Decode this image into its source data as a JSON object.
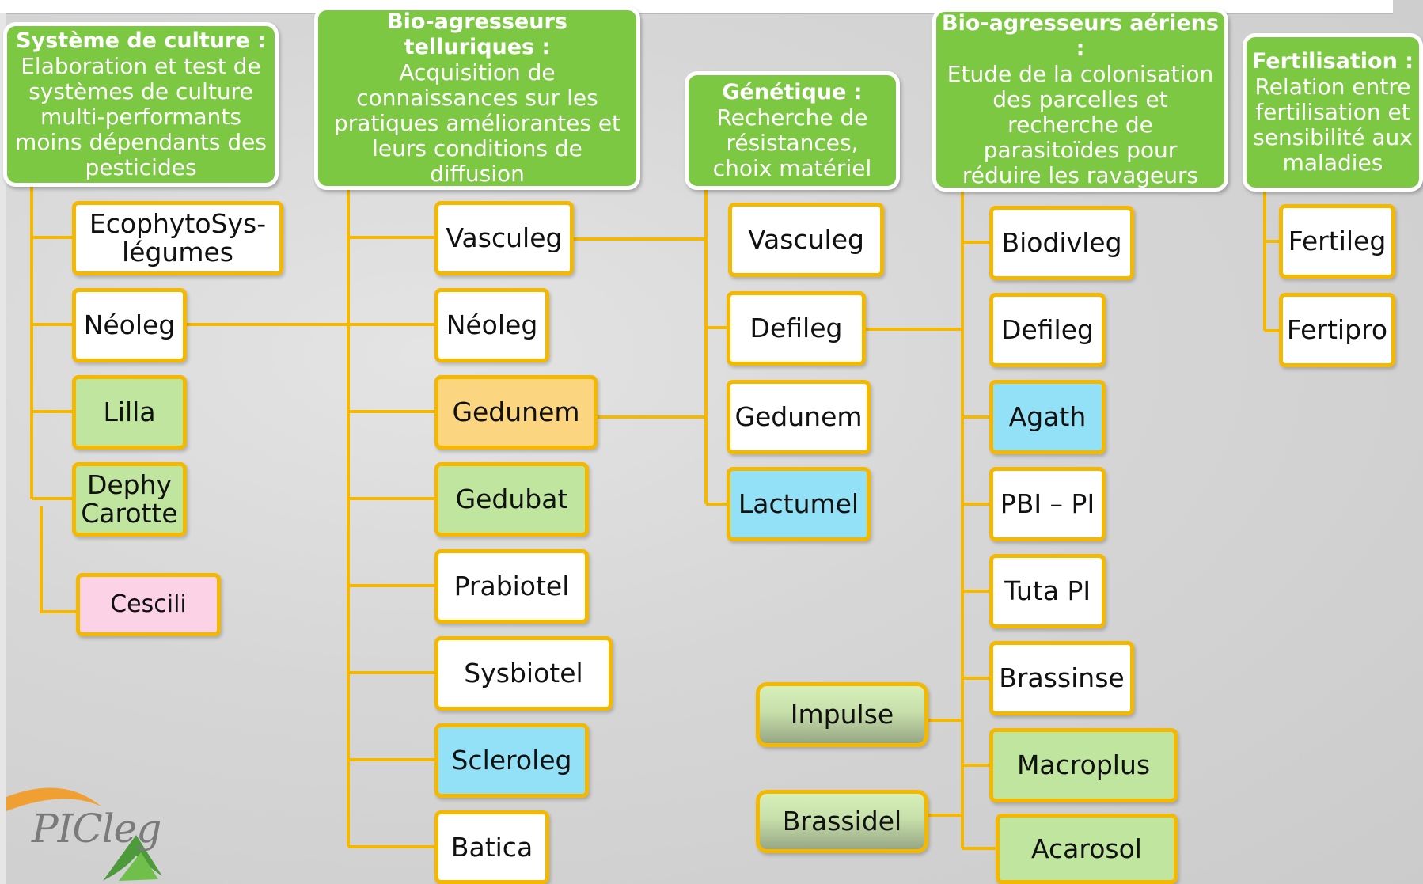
{
  "colors": {
    "header_green": "#7cc843",
    "connector_orange": "#f5b800",
    "box_white": "#ffffff",
    "fill_green": "#bfe59f",
    "fill_orange": "#fbd57f",
    "fill_blue": "#92e1f6",
    "fill_pink": "#fbd2e6",
    "background": "#d3d3d3"
  },
  "headers": {
    "systeme": {
      "title": "Système de culture :",
      "body": "Elaboration et test de systèmes de culture multi-performants moins dépendants des pesticides"
    },
    "telluriques": {
      "title": "Bio-agresseurs telluriques :",
      "body": "Acquisition de connaissances sur les pratiques améliorantes et leurs conditions de diffusion"
    },
    "genetique": {
      "title": "Génétique :",
      "body": "Recherche de résistances, choix matériel"
    },
    "aeriens": {
      "title": "Bio-agresseurs aériens :",
      "body": "Etude de la colonisation des parcelles et recherche de parasitoïdes pour réduire les ravageurs"
    },
    "fertilisation": {
      "title": "Fertilisation :",
      "body": "Relation entre fertilisation et sensibilité aux maladies"
    }
  },
  "systeme_items": {
    "ecophyto": {
      "label": "EcophytoSys-légumes",
      "fill": "white"
    },
    "neoleg": {
      "label": "Néoleg",
      "fill": "white"
    },
    "lilla": {
      "label": "Lilla",
      "fill": "green"
    },
    "dephy": {
      "label": "Dephy Carotte",
      "fill": "green"
    },
    "cescili": {
      "label": "Cescili",
      "fill": "pink"
    }
  },
  "telluriques_items": {
    "vasculeg": {
      "label": "Vasculeg",
      "fill": "white"
    },
    "neoleg": {
      "label": "Néoleg",
      "fill": "white"
    },
    "gedunem": {
      "label": "Gedunem",
      "fill": "orange"
    },
    "gedubat": {
      "label": "Gedubat",
      "fill": "green"
    },
    "prabiotel": {
      "label": "Prabiotel",
      "fill": "white"
    },
    "sysbiotel": {
      "label": "Sysbiotel",
      "fill": "white"
    },
    "scleroleg": {
      "label": "Scleroleg",
      "fill": "blue"
    },
    "batica": {
      "label": "Batica",
      "fill": "white"
    }
  },
  "genetique_items": {
    "vasculeg": {
      "label": "Vasculeg",
      "fill": "white"
    },
    "defileg": {
      "label": "Defileg",
      "fill": "white"
    },
    "gedunem": {
      "label": "Gedunem",
      "fill": "white"
    },
    "lactumel": {
      "label": "Lactumel",
      "fill": "blue"
    }
  },
  "aeriens_items": {
    "biodivleg": {
      "label": "Biodivleg",
      "fill": "white"
    },
    "defileg": {
      "label": "Defileg",
      "fill": "white"
    },
    "agath": {
      "label": "Agath",
      "fill": "blue"
    },
    "pbi": {
      "label": "PBI – PI",
      "fill": "white"
    },
    "tuta": {
      "label": "Tuta PI",
      "fill": "white"
    },
    "brassinse": {
      "label": "Brassinse",
      "fill": "white"
    },
    "macroplus": {
      "label": "Macroplus",
      "fill": "green"
    },
    "acarosol": {
      "label": "Acarosol",
      "fill": "green"
    },
    "impulse": {
      "label": "Impulse",
      "fill": "gradient"
    },
    "brassidel": {
      "label": "Brassidel",
      "fill": "gradient"
    }
  },
  "fertilisation_items": {
    "fertileg": {
      "label": "Fertileg",
      "fill": "white"
    },
    "fertipro": {
      "label": "Fertipro",
      "fill": "white"
    }
  },
  "logo": {
    "text": "PICleg",
    "icon": "picleg-logo-icon"
  }
}
